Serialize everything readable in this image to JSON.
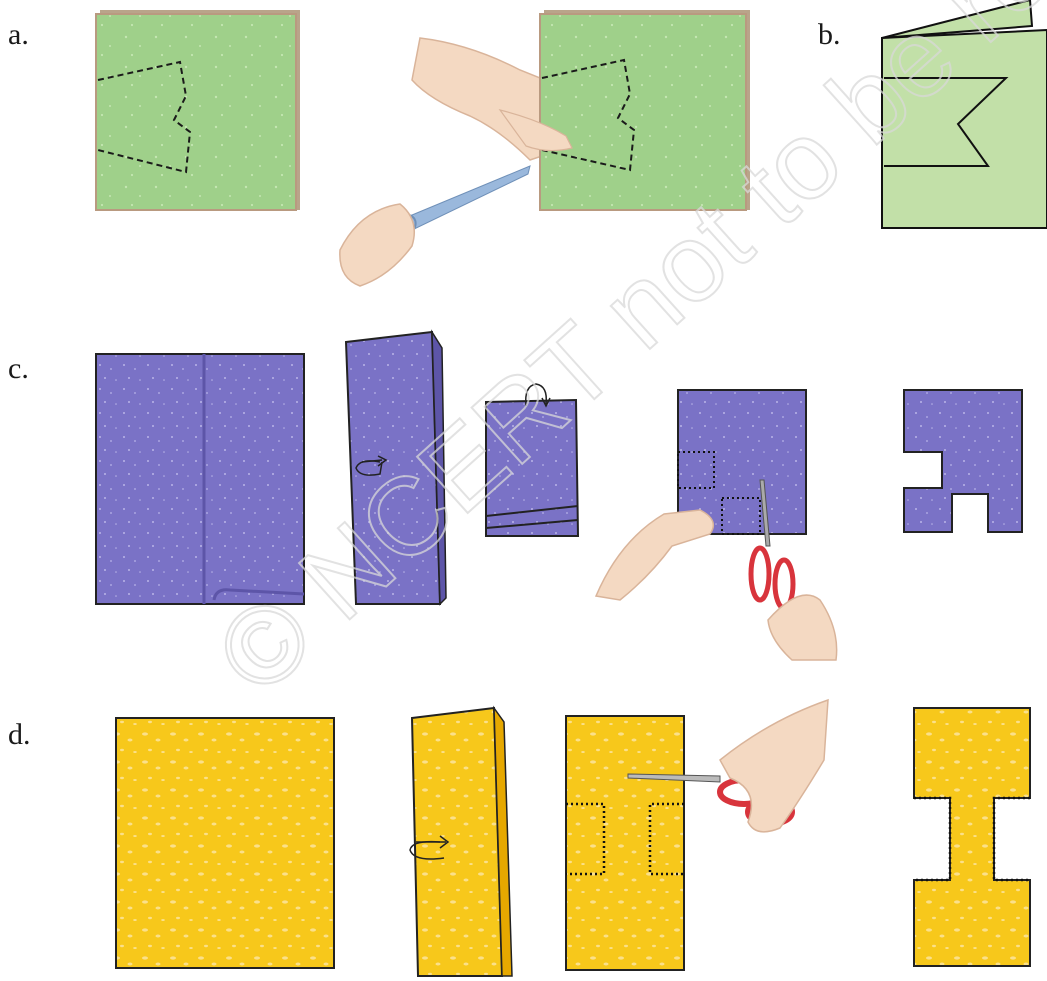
{
  "labels": {
    "a": "a.",
    "b": "b.",
    "c": "c.",
    "d": "d."
  },
  "watermark": "© NCERT not to be republished",
  "colors": {
    "green": "#9fd08a",
    "green_light": "#c2e0a8",
    "purple": "#7a72c6",
    "purple_dark": "#5d55a8",
    "yellow": "#f7c81b",
    "skin": "#f4d9c2",
    "scissor_blue": "#9ab8dc",
    "scissor_red": "#d8343c",
    "watermark": "#d9d9d9"
  }
}
